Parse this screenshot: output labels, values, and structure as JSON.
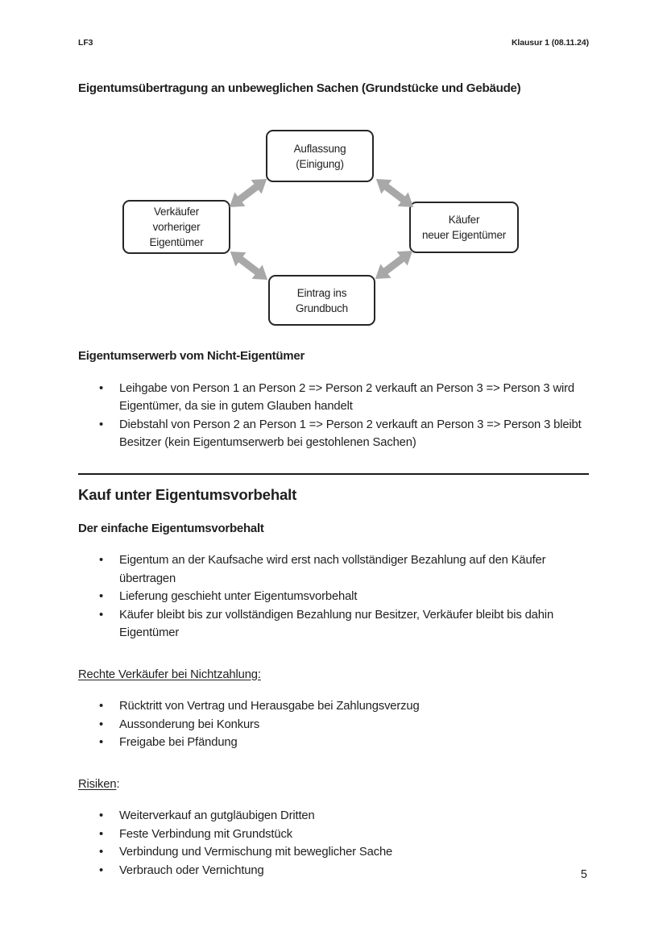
{
  "header": {
    "left": "LF3",
    "right": "Klausur 1 (08.11.24)"
  },
  "title": "Eigentumsübertragung an unbeweglichen Sachen (Grundstücke und Gebäude)",
  "diagram": {
    "arrow_color": "#a8a8a8",
    "nodes": {
      "top": {
        "lines": [
          "Auflassung",
          "(Einigung)"
        ]
      },
      "left": {
        "lines": [
          "Verkäufer",
          "vorheriger",
          "Eigentümer"
        ]
      },
      "right": {
        "lines": [
          "Käufer",
          "neuer Eigentümer"
        ]
      },
      "bottom": {
        "lines": [
          "Eintrag ins",
          "Grundbuch"
        ]
      }
    }
  },
  "section_nicht_eigentuemer": {
    "heading": "Eigentumserwerb vom Nicht-Eigentümer",
    "bullets": [
      "Leihgabe von Person 1 an Person 2 => Person 2 verkauft an Person 3 => Person 3 wird Eigentümer, da sie in gutem Glauben handelt",
      "Diebstahl von Person 2 an Person 1 => Person 2 verkauft an Person 3 => Person 3 bleibt Besitzer (kein Eigentumserwerb bei gestohlenen Sachen)"
    ]
  },
  "section_eigentumsvorbehalt": {
    "heading": "Kauf unter Eigentumsvorbehalt",
    "sub_einfach": {
      "heading": "Der einfache Eigentumsvorbehalt",
      "bullets": [
        "Eigentum an der Kaufsache wird erst nach vollständiger Bezahlung auf den Käufer übertragen",
        "Lieferung geschieht unter Eigentumsvorbehalt",
        "Käufer bleibt bis zur vollständigen Bezahlung nur Besitzer, Verkäufer bleibt bis dahin Eigentümer"
      ]
    },
    "sub_rechte": {
      "heading": "Rechte Verkäufer bei Nichtzahlung:",
      "heading_suffix": "",
      "bullets": [
        "Rücktritt von Vertrag und Herausgabe bei Zahlungsverzug",
        "Aussonderung bei Konkurs",
        "Freigabe bei Pfändung"
      ]
    },
    "sub_risiken": {
      "heading": "Risiken",
      "heading_suffix": ":",
      "bullets": [
        "Weiterverkauf an gutgläubigen Dritten",
        "Feste Verbindung mit Grundstück",
        "Verbindung und Vermischung mit beweglicher Sache",
        "Verbrauch oder Vernichtung"
      ]
    }
  },
  "footer": {
    "page_number": "5"
  }
}
